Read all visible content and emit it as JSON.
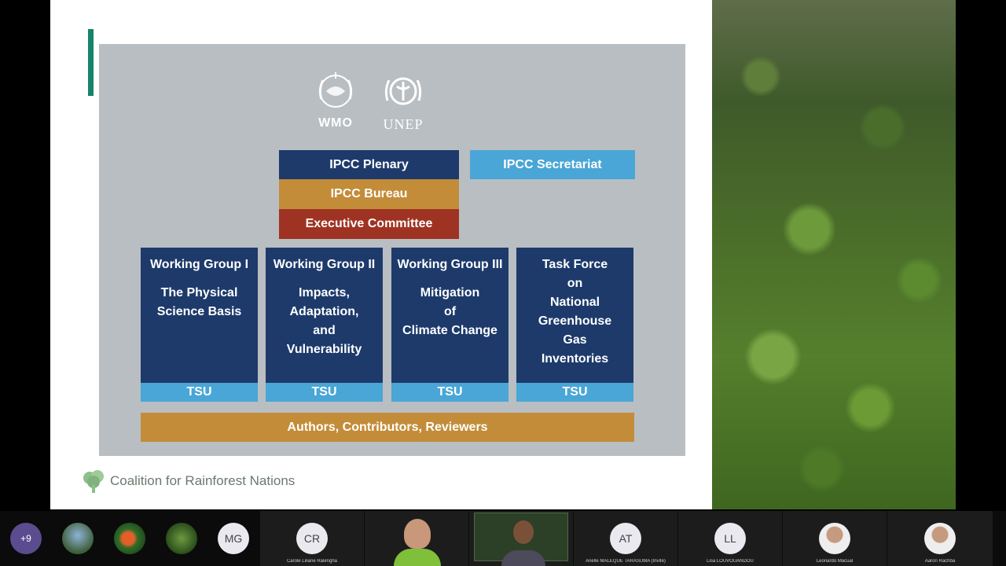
{
  "slide": {
    "logos": {
      "wmo": "WMO",
      "unep": "UNEP"
    },
    "org_chart": {
      "plenary": "IPCC Plenary",
      "bureau": "IPCC Bureau",
      "executive_committee": "Executive Committee",
      "secretariat": "IPCC Secretariat",
      "groups": [
        {
          "title": "Working Group I",
          "subtitle": "The Physical\nScience Basis",
          "tsu": "TSU"
        },
        {
          "title": "Working Group II",
          "subtitle": "Impacts,\nAdaptation,\nand\nVulnerability",
          "tsu": "TSU"
        },
        {
          "title": "Working Group III",
          "subtitle": "Mitigation\nof\nClimate Change",
          "tsu": "TSU"
        },
        {
          "title": "Task Force\non\nNational\nGreenhouse\nGas\nInventories",
          "subtitle": "",
          "tsu": "TSU"
        }
      ],
      "authors": "Authors, Contributors, Reviewers"
    },
    "brand": "Coalition for Rainforest Nations"
  },
  "participants": {
    "more_count": "+9",
    "tiles": [
      {
        "initials": "MG"
      },
      {
        "initials": "CR",
        "name": "Carole Liliane Ralengha"
      },
      {
        "initials": "AT",
        "name": "Arielle MALEQUE TARASUMA (Invité)"
      },
      {
        "initials": "LL",
        "name": "Lisa LOUVOUANDOU"
      },
      {
        "name": "Leonardo Macual"
      },
      {
        "name": "Aaron Rachba"
      }
    ]
  },
  "colors": {
    "navy": "#1d3a6b",
    "orange": "#c38c39",
    "red": "#9f3323",
    "sky": "#49a6d6",
    "accent": "#16836a"
  }
}
